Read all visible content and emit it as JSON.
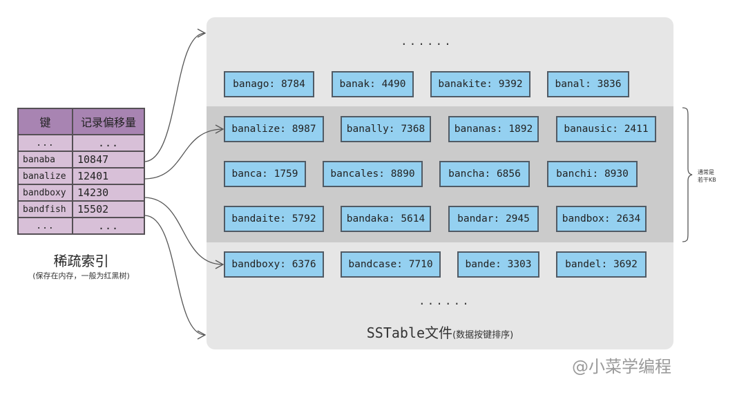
{
  "sparse_index": {
    "headers": [
      "键",
      "记录偏移量"
    ],
    "rows": [
      {
        "key": "...",
        "offset": "..."
      },
      {
        "key": "banaba",
        "offset": "10847"
      },
      {
        "key": "banalize",
        "offset": "12401"
      },
      {
        "key": "bandboxy",
        "offset": "14230"
      },
      {
        "key": "bandfish",
        "offset": "15502"
      },
      {
        "key": "...",
        "offset": "..."
      }
    ],
    "title": "稀疏索引",
    "subtitle": "(保存在内存，一般为红黑树)"
  },
  "sstable": {
    "top_ellipsis": "......",
    "bottom_ellipsis": "......",
    "title": "SSTable文件",
    "subtitle": "(数据按键排序)",
    "rows": [
      [
        "banago: 8784",
        "banak: 4490",
        "banakite: 9392",
        "banal: 3836"
      ],
      [
        "banalize: 8987",
        "banally: 7368",
        "bananas: 1892",
        "banausic: 2411"
      ],
      [
        "banca: 1759",
        "bancales: 8890",
        "bancha: 6856",
        "banchi: 8930"
      ],
      [
        "bandaite: 5792",
        "bandaka: 5614",
        "bandar: 2945",
        "bandbox: 2634"
      ],
      [
        "bandboxy: 6376",
        "bandcase: 7710",
        "bande: 3303",
        "bandel: 3692"
      ]
    ]
  },
  "brace_label": [
    "通常是",
    "若干KB"
  ],
  "watermark": "@小菜学编程",
  "colors": {
    "index_header": "#a884b2",
    "index_cell": "#d8c0d8",
    "record_fill": "#94d0f0",
    "sstable_bg": "#e6e6e6",
    "block_bg": "#cbcbcb"
  }
}
